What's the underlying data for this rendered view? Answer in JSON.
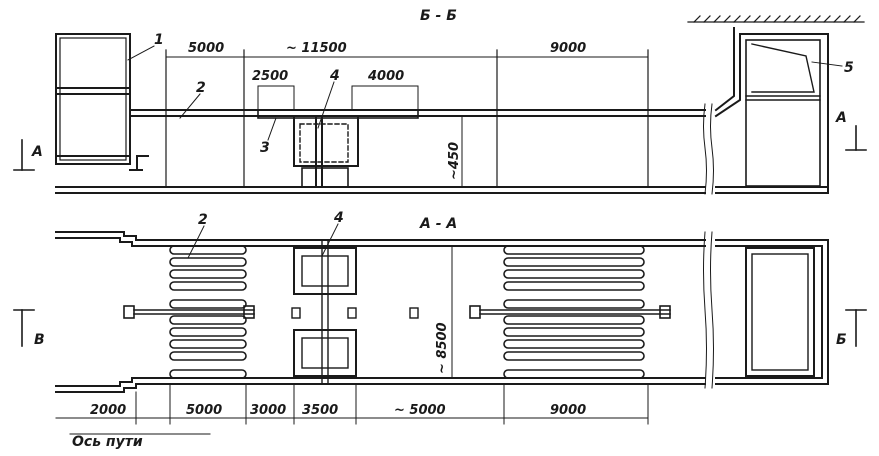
{
  "section_top_title": "Б - Б",
  "section_bottom_title": "А - А",
  "callouts": {
    "c1": "1",
    "c2": "2",
    "c3": "3",
    "c4": "4",
    "c5": "5",
    "c2b": "2",
    "c4b": "4"
  },
  "top_dims": {
    "d5000": "5000",
    "d11500": "~ 11500",
    "d9000": "9000",
    "d2500": "2500",
    "d4000": "4000",
    "d450": "~450"
  },
  "right_dim": "~ 8500",
  "bottom_dims": [
    "2000",
    "5000",
    "3000",
    "3500",
    "~ 5000",
    "9000"
  ],
  "section_marks": {
    "a_top_left": "А",
    "a_top_right": "А",
    "b_left": "В",
    "b_right": "Б"
  },
  "axis_label": "Ось пути",
  "colors": {
    "ink": "#1a1a1a",
    "paper": "#ffffff"
  }
}
